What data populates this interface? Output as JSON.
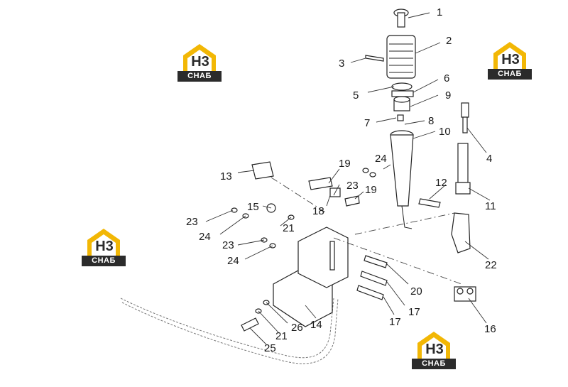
{
  "callouts": [
    "1",
    "2",
    "3",
    "4",
    "5",
    "6",
    "7",
    "8",
    "9",
    "10",
    "11",
    "12",
    "13",
    "14",
    "15",
    "16",
    "17",
    "17",
    "18",
    "19",
    "19",
    "20",
    "21",
    "21",
    "22",
    "23",
    "23",
    "23",
    "24",
    "24",
    "24",
    "25",
    "26"
  ],
  "watermark": {
    "text": "СНАБ",
    "mark": "Н3",
    "colors": {
      "roof": "#f2b705",
      "band": "#2b2b2b"
    }
  }
}
